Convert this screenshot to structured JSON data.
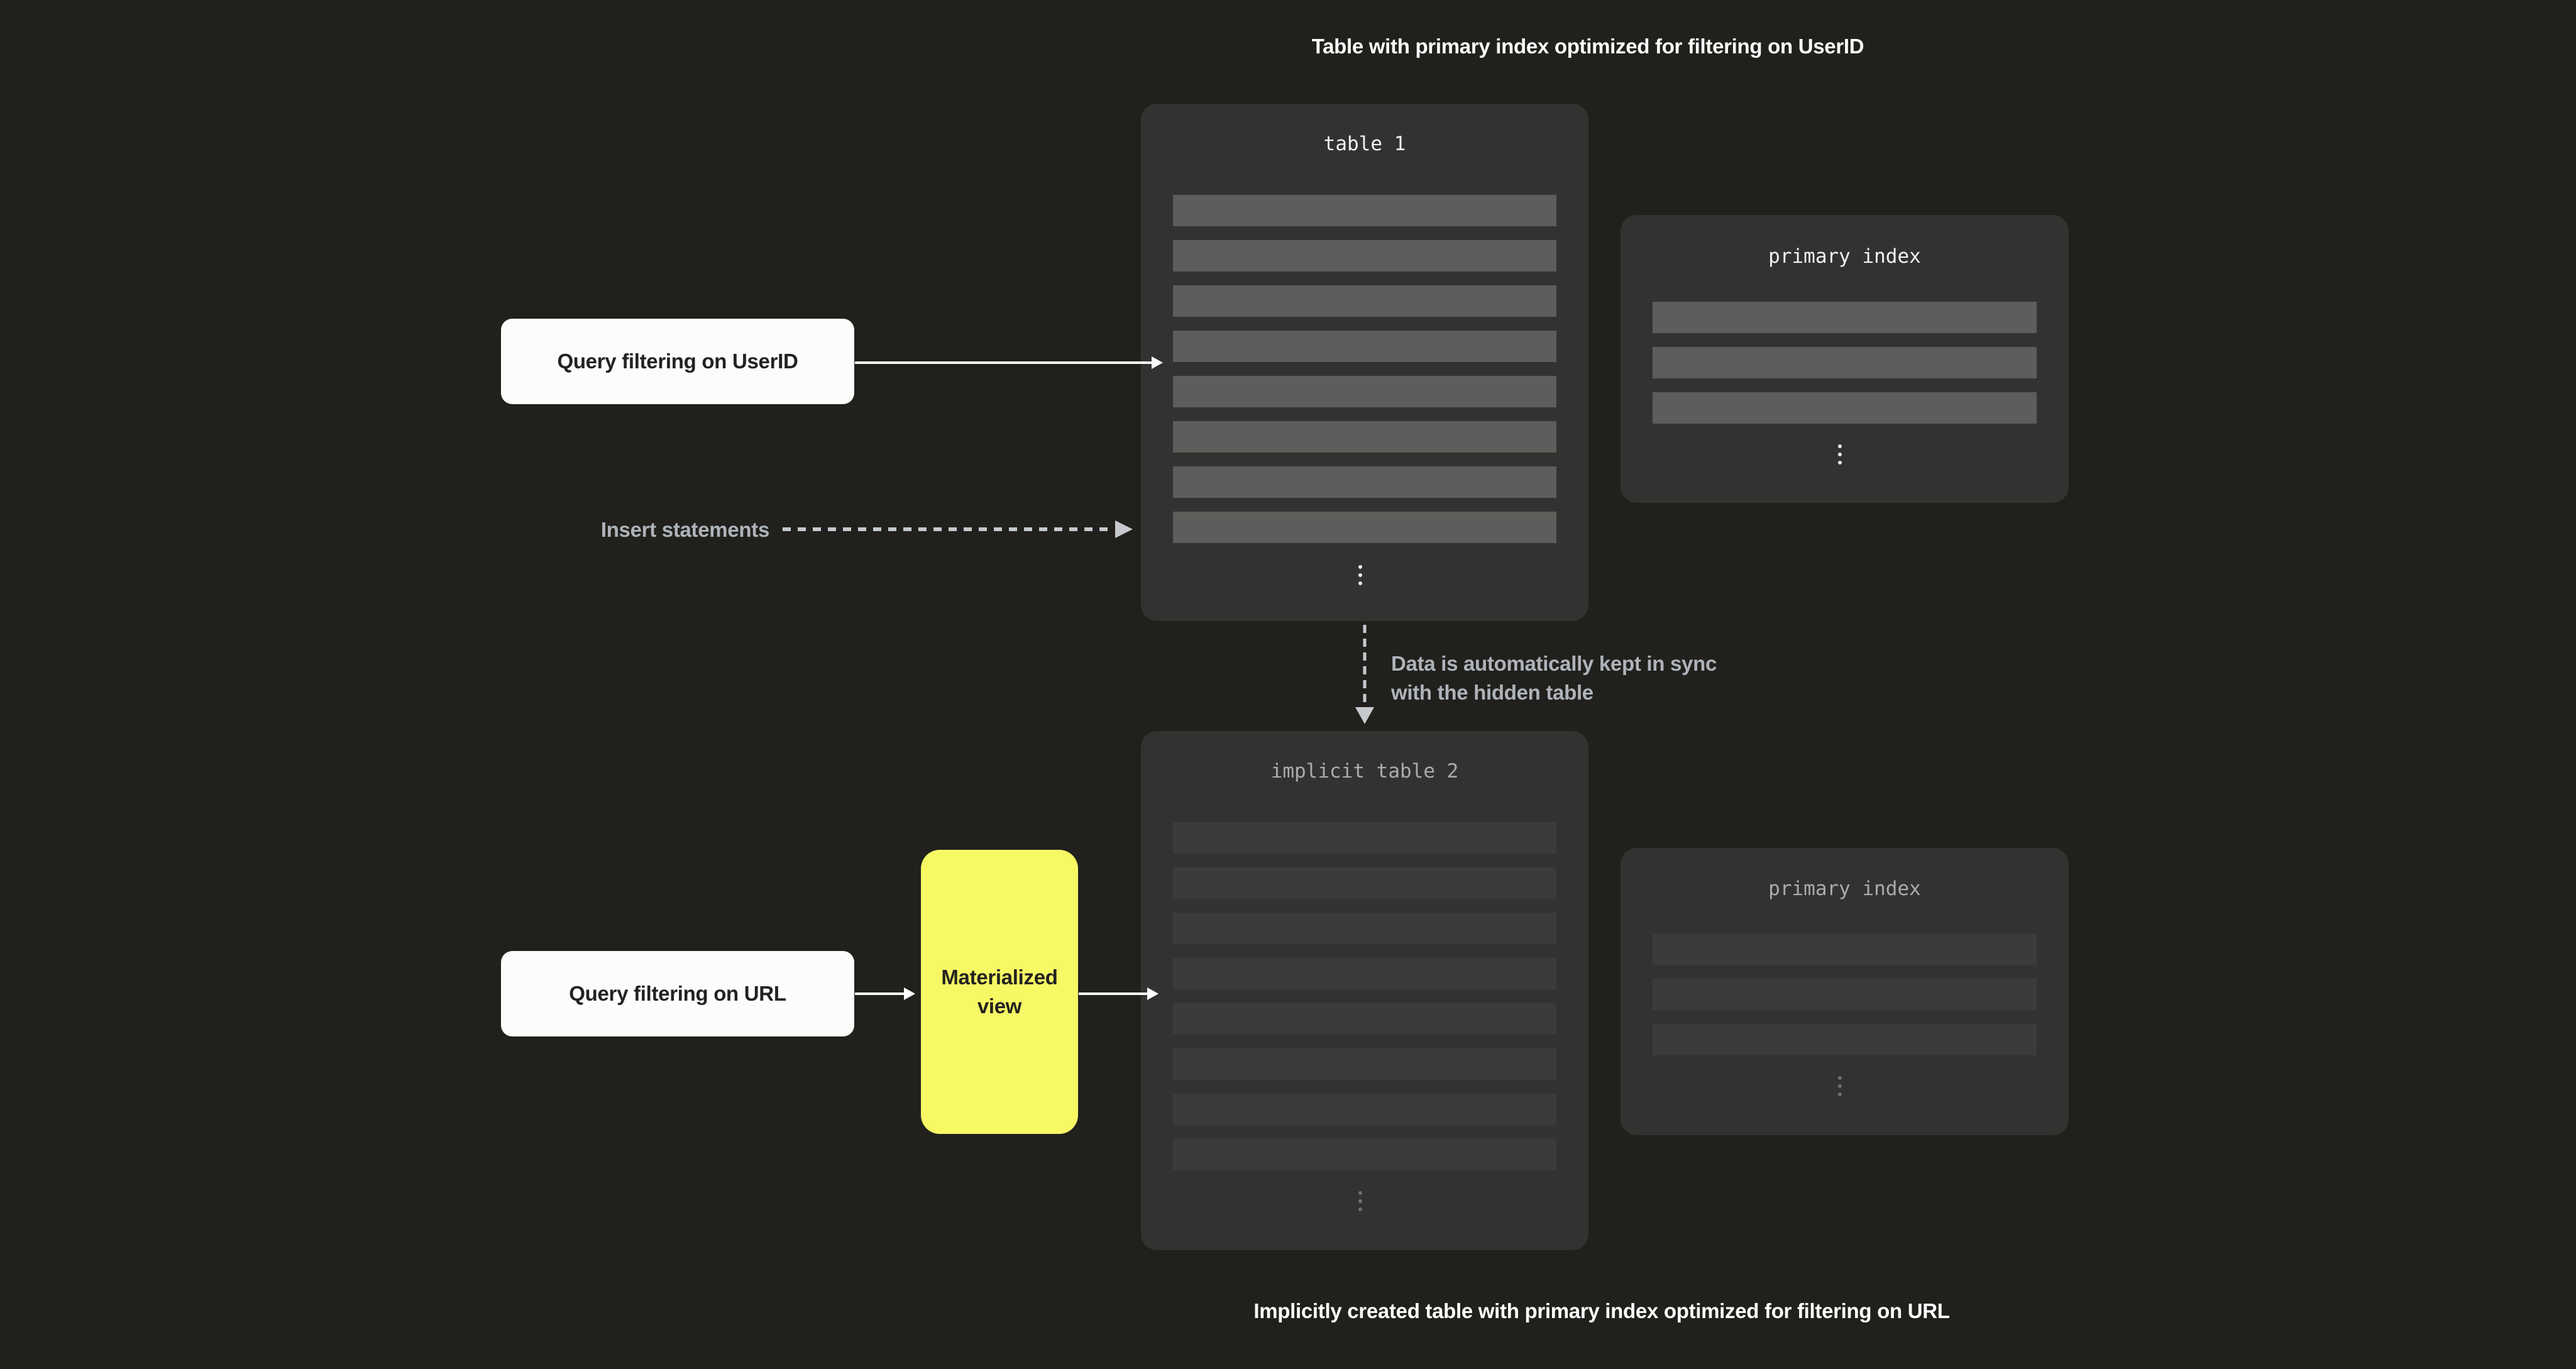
{
  "colors": {
    "background": "#21201d",
    "panel": "#333231",
    "row_bright": "#5e5d5b",
    "row_dim": "#3c3b39",
    "accent_yellow": "#f6f964",
    "node_white": "#fcfcfb",
    "text_dark": "#232220",
    "text_dim_header": "#a9abad",
    "text_note_gray": "#aeb3b9",
    "arrow_solid": "#ffffff",
    "arrow_dashed": "#c6c9cd"
  },
  "captions": {
    "top": "Table with primary index optimized for filtering on UserID",
    "bottom": "Implicitly created table with primary index optimized for filtering on URL"
  },
  "table1": {
    "title": "table 1",
    "rows": 8
  },
  "primary_index_top": {
    "title": "primary index",
    "rows": 3
  },
  "table2": {
    "title": "implicit table 2",
    "rows": 8
  },
  "primary_index_bottom": {
    "title": "primary index",
    "rows": 3
  },
  "query_userid": {
    "label": "Query filtering on UserID"
  },
  "query_url": {
    "label": "Query filtering on URL"
  },
  "materialized_view": {
    "label": "Materialized view"
  },
  "annotations": {
    "insert": "Insert statements",
    "sync_line1": "Data is automatically kept in sync",
    "sync_line2": "with the hidden table"
  }
}
